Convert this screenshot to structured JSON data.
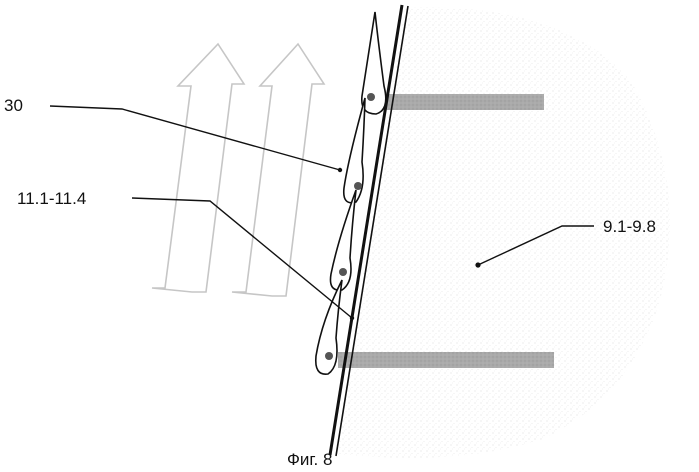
{
  "figure": {
    "caption": "Фиг. 8",
    "labels": {
      "label_30": "30",
      "label_11": "11.1-11.4",
      "label_9": "9.1-9.8"
    },
    "flow_arrows_count": 2,
    "element_count": 4,
    "colors": {
      "line": "#111111",
      "arrow_outline": "#c8c8c8",
      "band": "#a8a8a8",
      "region": "#eeeeee"
    }
  }
}
